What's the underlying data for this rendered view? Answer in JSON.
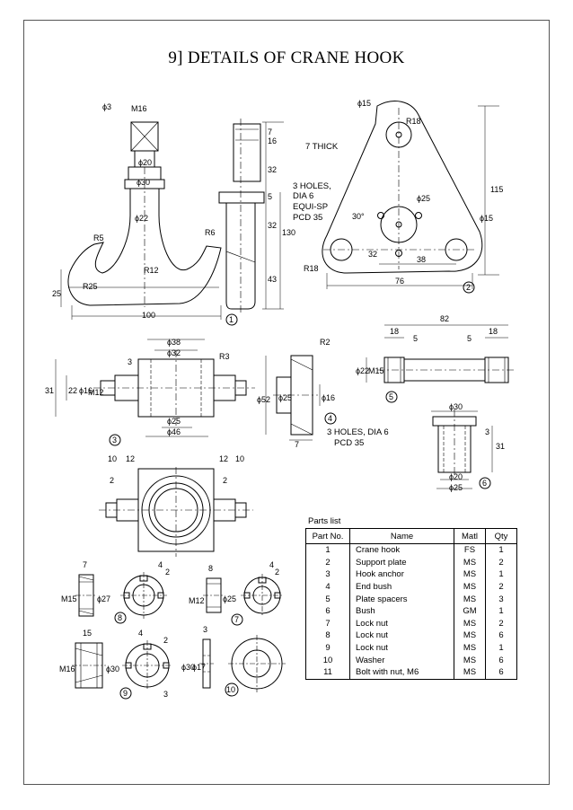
{
  "title": "9] DETAILS OF CRANE HOOK",
  "parts_list": {
    "caption": "Parts list",
    "headers": [
      "Part No.",
      "Name",
      "Matl",
      "Qty"
    ],
    "rows": [
      {
        "no": "1",
        "name": "Crane hook",
        "matl": "FS",
        "qty": "1"
      },
      {
        "no": "2",
        "name": "Support plate",
        "matl": "MS",
        "qty": "2"
      },
      {
        "no": "3",
        "name": "Hook anchor",
        "matl": "MS",
        "qty": "1"
      },
      {
        "no": "4",
        "name": "End bush",
        "matl": "MS",
        "qty": "2"
      },
      {
        "no": "5",
        "name": "Plate spacers",
        "matl": "MS",
        "qty": "3"
      },
      {
        "no": "6",
        "name": "Bush",
        "matl": "GM",
        "qty": "1"
      },
      {
        "no": "7",
        "name": "Lock nut",
        "matl": "MS",
        "qty": "2"
      },
      {
        "no": "8",
        "name": "Lock nut",
        "matl": "MS",
        "qty": "6"
      },
      {
        "no": "9",
        "name": "Lock nut",
        "matl": "MS",
        "qty": "1"
      },
      {
        "no": "10",
        "name": "Washer",
        "matl": "MS",
        "qty": "6"
      },
      {
        "no": "11",
        "name": "Bolt with nut, M6",
        "matl": "MS",
        "qty": "6"
      }
    ]
  },
  "part1": {
    "tag": "1",
    "dims": [
      "ϕ3",
      "M16",
      "ϕ20",
      "ϕ30",
      "ϕ22",
      "R5",
      "R6",
      "R12",
      "R25",
      "25",
      "100",
      "7",
      "16",
      "32",
      "5",
      "130",
      "32",
      "43"
    ]
  },
  "part2": {
    "tag": "2",
    "notes": [
      "7 THICK",
      "3 HOLES,",
      "DIA 6",
      "EQUI-SP",
      "PCD 35"
    ],
    "dims": [
      "ϕ15",
      "R18",
      "ϕ25",
      "30°",
      "ϕ15",
      "32",
      "38",
      "R18",
      "76",
      "115"
    ]
  },
  "part3": {
    "tag": "3",
    "dims": [
      "ϕ38",
      "ϕ32",
      "R3",
      "3",
      "31",
      "22",
      "ϕ16",
      "M12",
      "ϕ25",
      "ϕ46",
      "10",
      "12",
      "12",
      "10",
      "2",
      "2"
    ]
  },
  "part4": {
    "tag": "4",
    "notes": [
      "3 HOLES, DIA 6",
      "PCD 35"
    ],
    "dims": [
      "R2",
      "ϕ52",
      "ϕ25",
      "ϕ16",
      "7"
    ]
  },
  "part5": {
    "tag": "5",
    "dims": [
      "82",
      "18",
      "5",
      "5",
      "18",
      "ϕ22",
      "M15"
    ]
  },
  "part6": {
    "tag": "6",
    "dims": [
      "ϕ30",
      "3",
      "31",
      "ϕ20",
      "ϕ25"
    ]
  },
  "part7": {
    "tag": "7",
    "dims": [
      "8",
      "M12",
      "ϕ25",
      "4",
      "2"
    ]
  },
  "part8": {
    "tag": "8",
    "dims": [
      "7",
      "M15",
      "ϕ27",
      "4",
      "2"
    ]
  },
  "part9": {
    "tag": "9",
    "dims": [
      "15",
      "M16",
      "ϕ30",
      "4",
      "2",
      "3"
    ]
  },
  "part10": {
    "tag": "10",
    "dims": [
      "3",
      "ϕ30",
      "ϕ17"
    ]
  }
}
